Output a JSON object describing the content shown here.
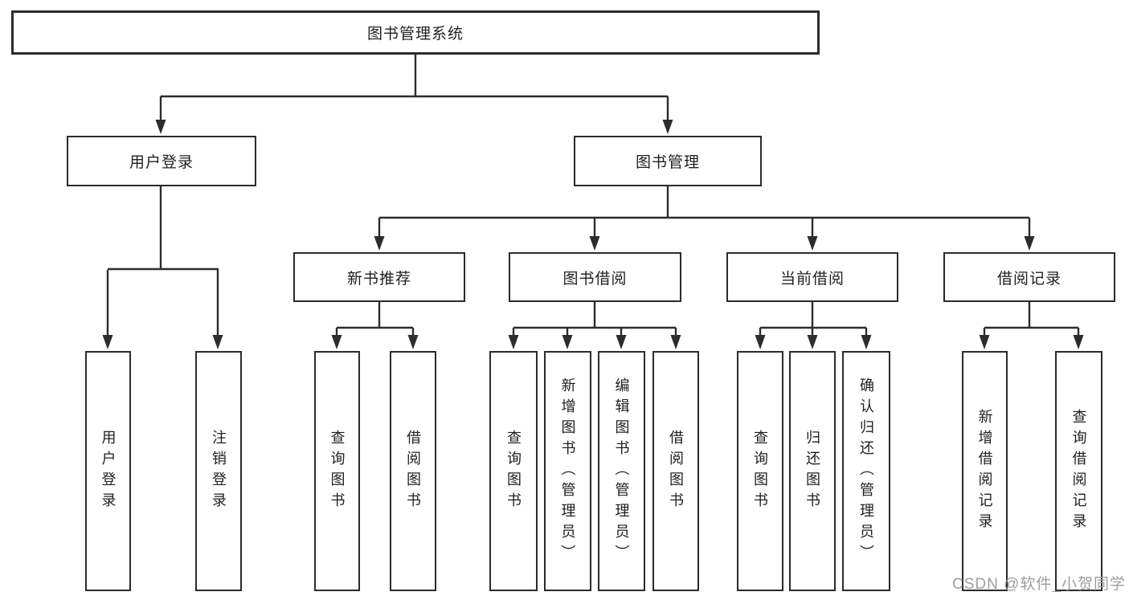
{
  "diagram": {
    "root": {
      "label": "图书管理系统"
    },
    "level2": {
      "user_login": {
        "label": "用户登录"
      },
      "book_management": {
        "label": "图书管理"
      }
    },
    "level3": {
      "new_book_recommend": {
        "label": "新书推荐"
      },
      "book_borrowing": {
        "label": "图书借阅"
      },
      "current_borrowing": {
        "label": "当前借阅"
      },
      "borrow_records": {
        "label": "借阅记录"
      }
    },
    "leaves": {
      "user_login": {
        "label": "用户登录"
      },
      "logout": {
        "label": "注销登录"
      },
      "new_book_query": {
        "label": "查询图书"
      },
      "new_book_borrow": {
        "label": "借阅图书"
      },
      "borrowing_query": {
        "label": "查询图书"
      },
      "borrowing_add_admin": {
        "label": "新增图书（管理员）"
      },
      "borrowing_edit_admin": {
        "label": "编辑图书（管理员）"
      },
      "borrowing_borrow": {
        "label": "借阅图书"
      },
      "current_query": {
        "label": "查询图书"
      },
      "current_return": {
        "label": "归还图书"
      },
      "current_confirm_admin": {
        "label": "确认归还（管理员）"
      },
      "records_add": {
        "label": "新增借阅记录"
      },
      "records_query": {
        "label": "查询借阅记录"
      }
    }
  },
  "watermark": {
    "text": "CSDN @软件_小贺同学"
  },
  "colors": {
    "line": "#2d2d2d",
    "box_border": "#2b2b2b",
    "text": "#1f1f1f",
    "watermark": "#9e9e9e",
    "background": "#ffffff"
  }
}
